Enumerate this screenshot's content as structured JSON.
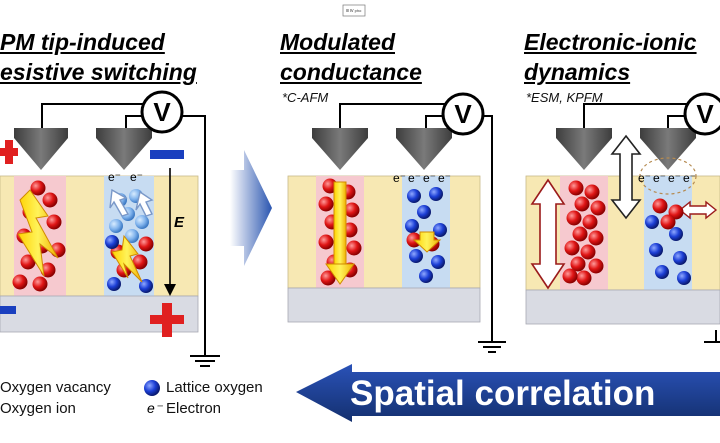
{
  "panels": [
    {
      "title_lines": [
        "PM tip-induced",
        "esistive switching"
      ],
      "note": ""
    },
    {
      "title_lines": [
        "Modulated",
        "conductance"
      ],
      "note": "*C-AFM"
    },
    {
      "title_lines": [
        "Electronic-ionic",
        "dynamics"
      ],
      "note": "*ESM, KPFM"
    }
  ],
  "voltmeter_symbol": "V",
  "field_label": "E",
  "electron_symbol": "e⁻",
  "legend": {
    "vacancy": "Oxygen vacancy",
    "ion": "Oxygen ion",
    "lattice": "Lattice oxygen",
    "electron": "Electron"
  },
  "banner_text": "Spatial correlation",
  "tiny_label": "Ⅲ Ⅳ pho",
  "colors": {
    "film": "#f7e8b3",
    "pink_zone": "#f6c9cf",
    "blue_zone": "#c7dcf2",
    "substrate": "#d9dbe3",
    "vacancy": "#e01515",
    "lattice_oxygen": "#1c3fd6",
    "tip": "#555555",
    "banner": "#1d3f96",
    "plus_sign": "#e02020",
    "minus_sign": "#1a3fbf"
  }
}
